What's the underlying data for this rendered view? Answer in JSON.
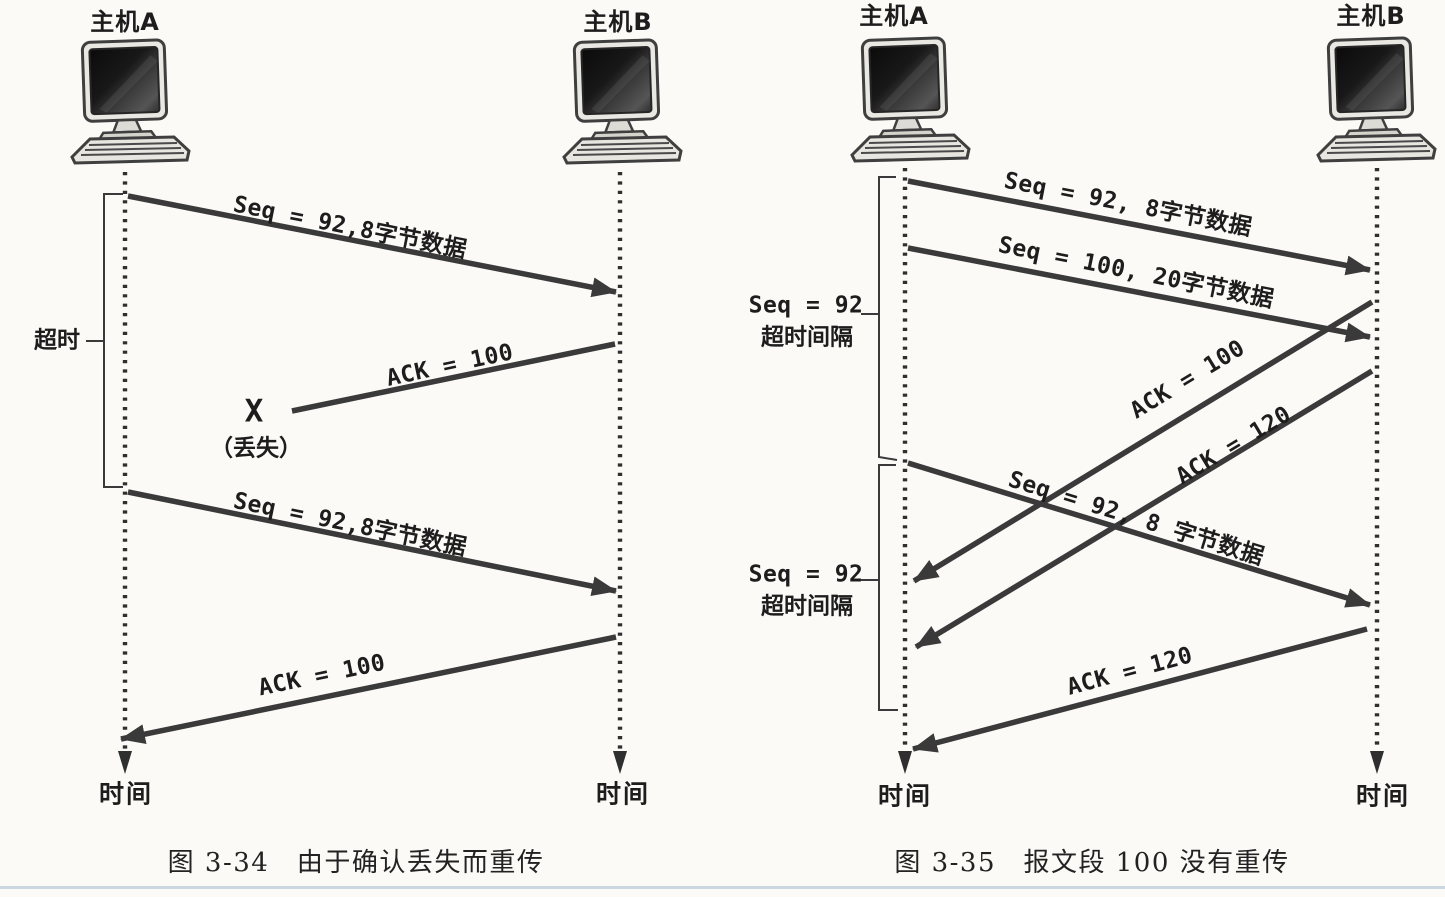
{
  "page": {
    "background_color": "#fbfaf7",
    "line_color": "#3a3a3a",
    "bottom_rule_color": "#cbd8e2"
  },
  "figures": [
    {
      "host_a": "主机A",
      "host_b": "主机B",
      "timeout_label": "超时",
      "seq1": "Seq = 92,8字节数据",
      "ack1": "ACK = 100",
      "loss_mark": "X",
      "loss_note": "（丢失）",
      "seq2": "Seq = 92,8字节数据",
      "ack2": "ACK = 100",
      "time_a": "时间",
      "time_b": "时间",
      "caption": "图 3-34　由于确认丢失而重传"
    },
    {
      "host_a": "主机A",
      "host_b": "主机B",
      "seq92": "Seq = 92, 8字节数据",
      "seq100": "Seq = 100, 20字节数据",
      "interval1_line1": "Seq = 92",
      "interval1_line2": "超时间隔",
      "ack100": "ACK = 100",
      "ack120": "ACK = 120",
      "seq92_retrans": "Seq = 92, 8 字节数据",
      "interval2_line1": "Seq = 92",
      "interval2_line2": "超时间隔",
      "ack120_final": "ACK = 120",
      "time_a": "时间",
      "time_b": "时间",
      "caption": "图 3-35　报文段 100 没有重传"
    }
  ]
}
